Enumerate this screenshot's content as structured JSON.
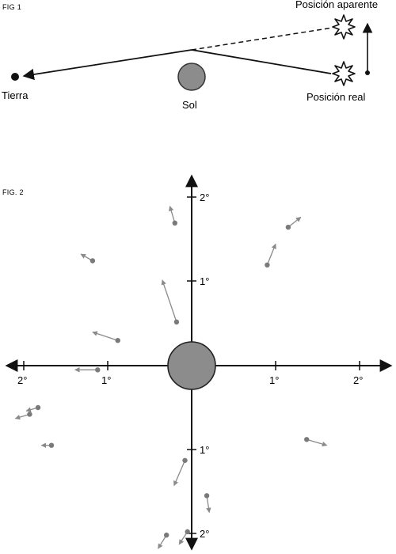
{
  "fig1": {
    "label": "FIG 1",
    "earth_label": "Tierra",
    "sun_label": "Sol",
    "apparent_label": "Posición aparente",
    "real_label": "Posición real"
  },
  "fig2": {
    "label": "FIG. 2",
    "x_ticks": [
      "2°",
      "1°",
      "1°",
      "2°"
    ],
    "y_ticks": [
      "2°",
      "1°",
      "1°",
      "2°"
    ],
    "star_shifts": [
      {
        "x": -0.2,
        "y": 1.7,
        "dx": -0.06,
        "dy": 0.2
      },
      {
        "x": 1.15,
        "y": 1.65,
        "dx": 0.15,
        "dy": 0.12
      },
      {
        "x": 0.9,
        "y": 1.2,
        "dx": 0.1,
        "dy": 0.25
      },
      {
        "x": -1.18,
        "y": 1.25,
        "dx": -0.14,
        "dy": 0.08
      },
      {
        "x": -0.18,
        "y": 0.52,
        "dx": -0.17,
        "dy": 0.5
      },
      {
        "x": -0.88,
        "y": 0.3,
        "dx": -0.3,
        "dy": 0.1
      },
      {
        "x": -1.12,
        "y": -0.05,
        "dx": -0.27,
        "dy": 0
      },
      {
        "x": -1.83,
        "y": -0.5,
        "dx": -0.14,
        "dy": -0.04
      },
      {
        "x": -1.93,
        "y": -0.58,
        "dx": -0.17,
        "dy": -0.05
      },
      {
        "x": -1.67,
        "y": -0.95,
        "dx": -0.12,
        "dy": 0
      },
      {
        "x": 1.37,
        "y": -0.88,
        "dx": 0.24,
        "dy": -0.07
      },
      {
        "x": -0.08,
        "y": -1.13,
        "dx": -0.13,
        "dy": -0.3
      },
      {
        "x": 0.18,
        "y": -1.55,
        "dx": 0.03,
        "dy": -0.2
      },
      {
        "x": -0.05,
        "y": -1.98,
        "dx": -0.1,
        "dy": -0.15
      },
      {
        "x": -0.3,
        "y": -2.02,
        "dx": -0.1,
        "dy": -0.16
      }
    ]
  },
  "colors": {
    "ink": "#111111",
    "sun": "#8c8c8c",
    "star_dot": "#7a7a7a",
    "arrow": "#8a8a8a"
  }
}
